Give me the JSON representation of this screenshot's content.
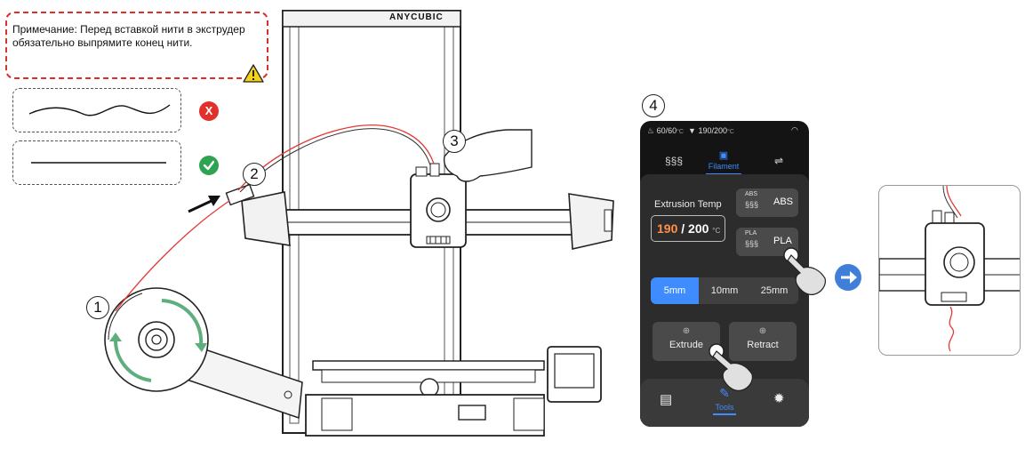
{
  "note": {
    "text": "Примечание: Перед вставкой нити в экструдер обязательно выпрямите конец нити."
  },
  "badges": {
    "wrong": "X"
  },
  "colors": {
    "warning_red": "#d9302c",
    "wrong_badge": "#e1312d",
    "correct_badge": "#2fa352",
    "accent_blue": "#3f8cff",
    "arrow_green": "#5fae7d",
    "filament_red": "#e53935",
    "next_arrow": "#3f7fd9"
  },
  "steps": [
    "1",
    "2",
    "3",
    "4"
  ],
  "printer": {
    "brand": "ANYCUBIC"
  },
  "screen": {
    "status_left": "60/60",
    "status_unit_left": "°C",
    "status_right": "190/200",
    "status_unit_right": "°C",
    "tabs": [
      {
        "icon": "heat-icon",
        "label": ""
      },
      {
        "icon": "filament-icon",
        "label": "Filament"
      },
      {
        "icon": "sliders-icon",
        "label": ""
      }
    ],
    "extrusion_label": "Extrusion Temp",
    "temp_current": "190",
    "temp_sep": "/",
    "temp_target": "200",
    "temp_unit": "°C",
    "materials": [
      {
        "tag": "ABS",
        "label": "ABS"
      },
      {
        "tag": "PLA",
        "label": "PLA"
      }
    ],
    "lengths": [
      "5mm",
      "10mm",
      "25mm"
    ],
    "selected_length": "5mm",
    "actions": [
      "Extrude",
      "Retract"
    ],
    "bottom_nav": [
      {
        "icon": "file-icon",
        "label": ""
      },
      {
        "icon": "wrench-icon",
        "label": "Tools"
      },
      {
        "icon": "settings-icon",
        "label": ""
      }
    ]
  }
}
